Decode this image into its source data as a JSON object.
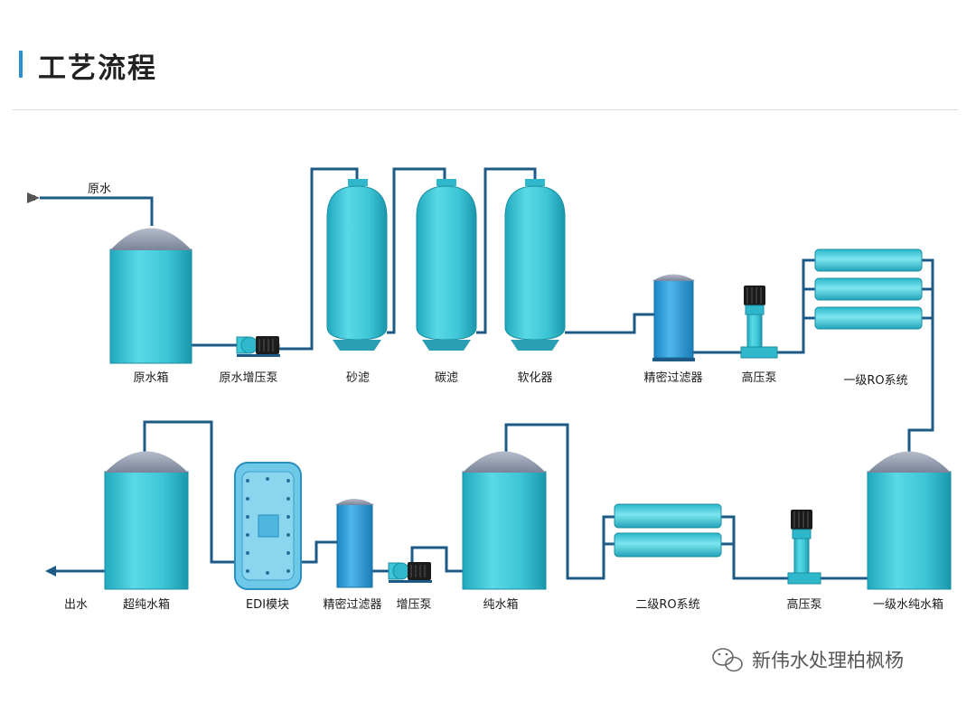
{
  "header": {
    "title": "工艺流程"
  },
  "labels": {
    "raw_water": "原水",
    "raw_tank": "原水箱",
    "raw_pump": "原水增压泵",
    "sand_filter": "砂滤",
    "carbon_filter": "碳滤",
    "softener": "软化器",
    "precision_filter_1": "精密过滤器",
    "hp_pump_1": "高压泵",
    "ro1": "一级RO系统",
    "ro1_tank": "一级水纯水箱",
    "hp_pump_2": "高压泵",
    "ro2": "二级RO系统",
    "pure_tank": "纯水箱",
    "booster_pump": "增压泵",
    "precision_filter_2": "精密过滤器",
    "edi": "EDI模块",
    "ultra_tank": "超纯水箱",
    "outlet": "出水"
  },
  "watermark": {
    "text": "新伟水处理柏枫杨"
  },
  "colors": {
    "accent": "#2a8fd0",
    "vessel": "#3cc6d6",
    "vessel_dark": "#1f8fa5",
    "dome": "#8a93a8",
    "pipe": "#1e5a86",
    "membrane": "#4fd0e0"
  }
}
